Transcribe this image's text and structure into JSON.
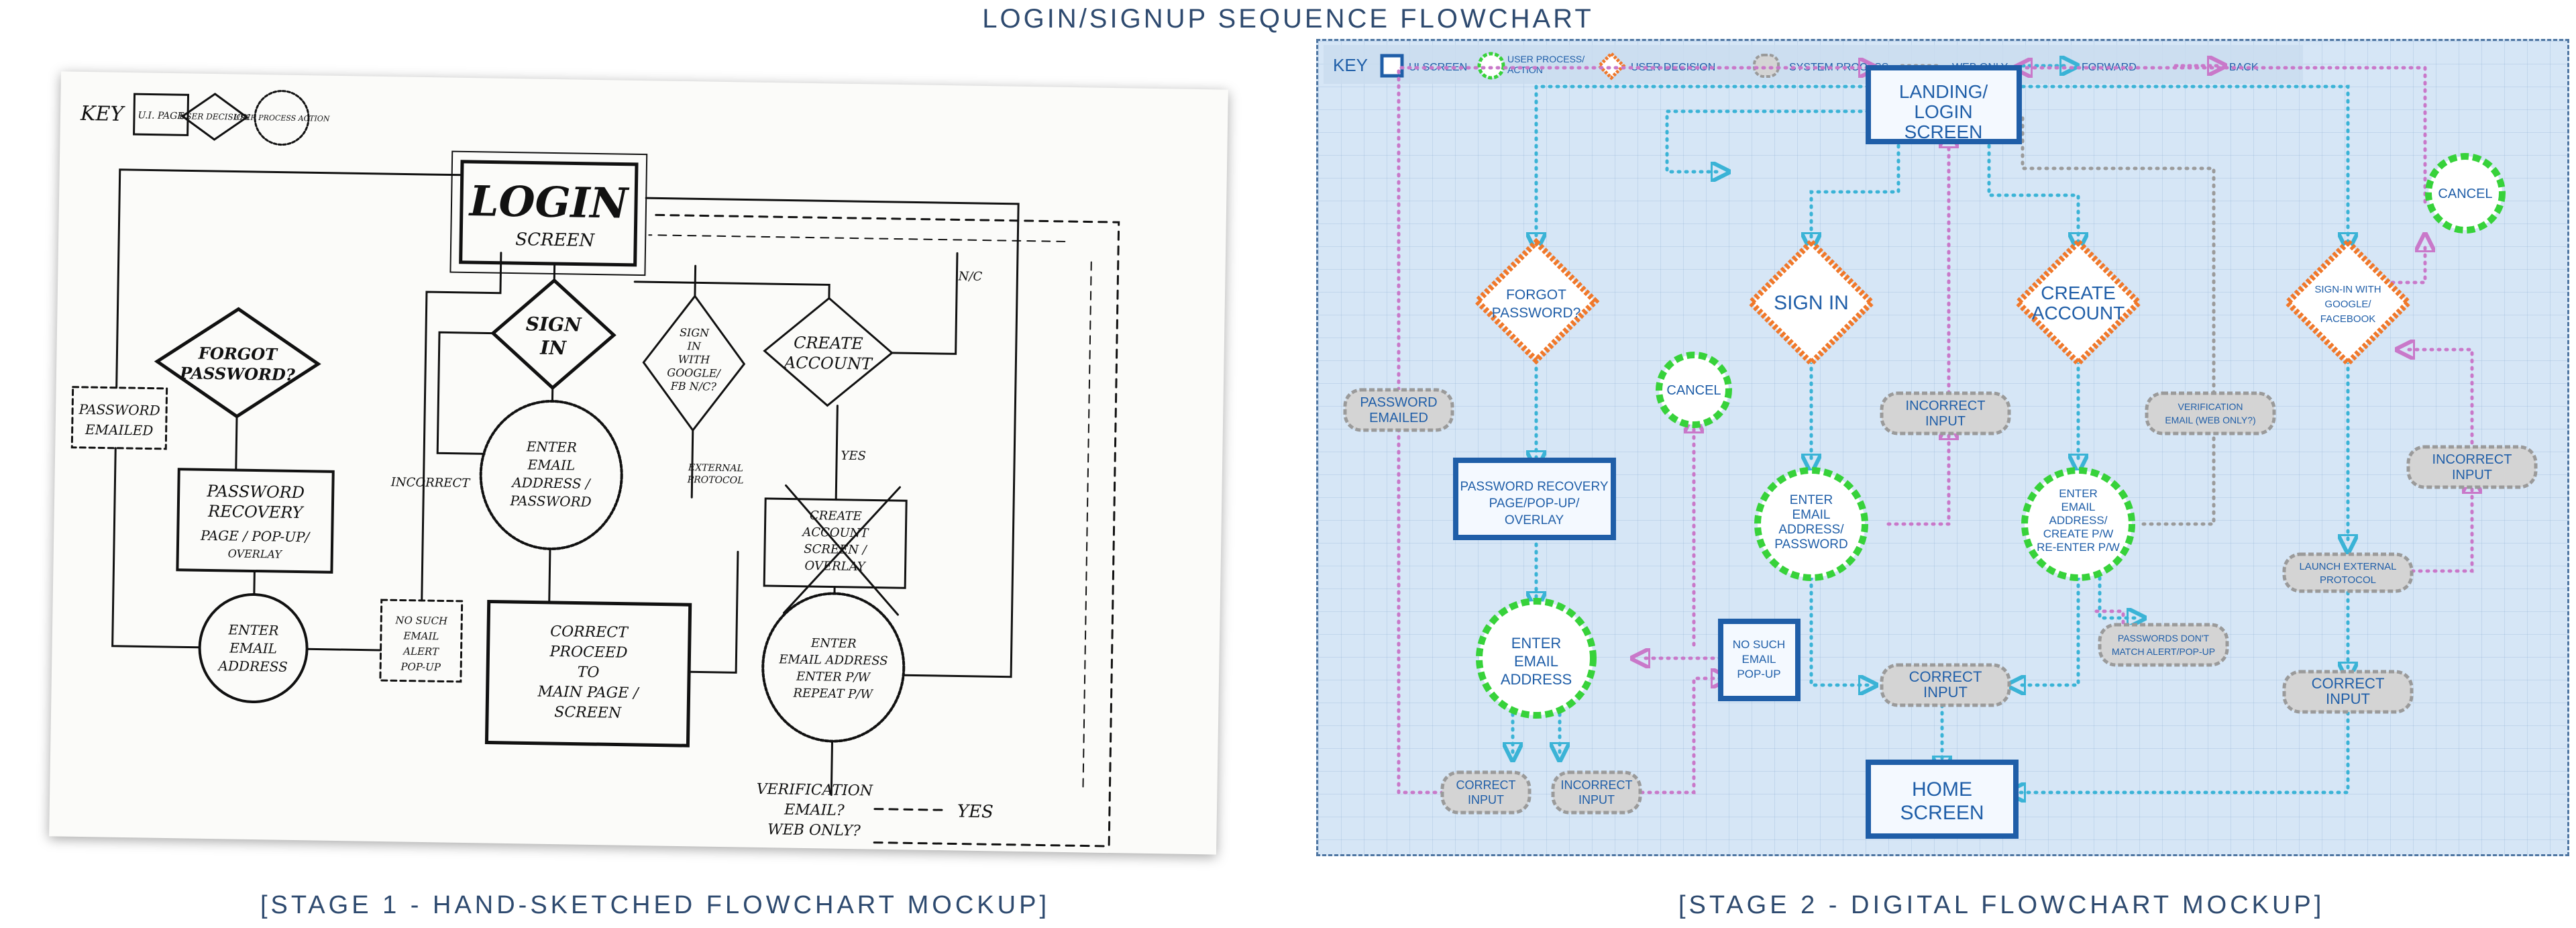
{
  "page_title": "LOGIN/SIGNUP SEQUENCE FLOWCHART",
  "captions": {
    "left": "[STAGE 1 - HAND-SKETCHED FLOWCHART MOCKUP]",
    "right": "[STAGE 2 - DIGITAL FLOWCHART MOCKUP]"
  },
  "sketch": {
    "key_label": "KEY",
    "key_items": [
      "U.I. PAGE",
      "USER DECISION",
      "USER PROCESS ACTION"
    ],
    "login": "LOGIN",
    "login_sub": "SCREEN",
    "forgot": [
      "FORGOT",
      "PASSWORD?"
    ],
    "sign_in": [
      "SIGN",
      "IN"
    ],
    "sign_in_google": [
      "SIGN",
      "IN",
      "WITH",
      "GOOGLE/",
      "FB N/C?"
    ],
    "create_account": [
      "CREATE",
      "ACCOUNT"
    ],
    "password_emailed": [
      "PASSWORD",
      "EMAILED"
    ],
    "password_recovery": [
      "PASSWORD",
      "RECOVERY",
      "PAGE / POP-UP/",
      "OVERLAY"
    ],
    "enter_email": [
      "ENTER",
      "EMAIL",
      "ADDRESS"
    ],
    "no_such_email": [
      "NO SUCH",
      "EMAIL",
      "ALERT",
      "POP-UP"
    ],
    "incorrect": "INCORRECT",
    "enter_email_password": [
      "ENTER",
      "EMAIL",
      "ADDRESS /",
      "PASSWORD"
    ],
    "correct_proceed": [
      "CORRECT",
      "PROCEED",
      "TO",
      "MAIN PAGE /",
      "SCREEN"
    ],
    "external_protocol": [
      "EXTERNAL",
      "PROTOCOL"
    ],
    "yes": "YES",
    "nc": "N/C",
    "create_account_screen": [
      "CREATE",
      "ACCOUNT",
      "SCREEN /",
      "OVERLAY"
    ],
    "enter_create": [
      "ENTER",
      "EMAIL ADDRESS",
      "ENTER P/W",
      "REPEAT P/W"
    ],
    "verification": [
      "VERIFICATION",
      "EMAIL?",
      "WEB ONLY?"
    ],
    "yes2": "YES"
  },
  "digital": {
    "key": {
      "label": "KEY",
      "ui_screen": "UI SCREEN",
      "user_process": [
        "USER PROCESS/",
        "ACTION"
      ],
      "user_decision": "USER DECISION",
      "system_process": "SYSTEM PROCESS",
      "web_only": "WEB ONLY",
      "forward": "FORWARD",
      "back": "BACK"
    },
    "nodes": {
      "landing": [
        "LANDING/",
        "LOGIN",
        "SCREEN"
      ],
      "forgot": [
        "FORGOT",
        "PASSWORD?"
      ],
      "sign_in": [
        "SIGN IN"
      ],
      "create_account": [
        "CREATE",
        "ACCOUNT"
      ],
      "sign_in_google": [
        "SIGN-IN WITH",
        "GOOGLE/",
        "FACEBOOK"
      ],
      "cancel_left": [
        "CANCEL"
      ],
      "cancel_right": [
        "CANCEL"
      ],
      "password_emailed": [
        "PASSWORD",
        "EMAILED"
      ],
      "incorrect_input_1": [
        "INCORRECT",
        "INPUT"
      ],
      "verification": [
        "VERIFICATION",
        "EMAIL (WEB ONLY?)"
      ],
      "incorrect_input_right": [
        "INCORRECT",
        "INPUT"
      ],
      "password_recovery": [
        "PASSWORD RECOVERY",
        "PAGE/POP-UP/",
        "OVERLAY"
      ],
      "enter_email_password": [
        "ENTER",
        "EMAIL",
        "ADDRESS/",
        "PASSWORD"
      ],
      "enter_create": [
        "ENTER",
        "EMAIL",
        "ADDRESS/",
        "CREATE P/W",
        "RE-ENTER P/W"
      ],
      "launch_external": [
        "LAUNCH EXTERNAL",
        "PROTOCOL"
      ],
      "enter_email_address": [
        "ENTER",
        "EMAIL",
        "ADDRESS"
      ],
      "no_such_email": [
        "NO SUCH",
        "EMAIL",
        "POP-UP"
      ],
      "passwords_dont_match": [
        "PASSWORDS DON'T",
        "MATCH ALERT/POP-UP"
      ],
      "correct_input_mid": [
        "CORRECT",
        "INPUT"
      ],
      "correct_input_right": [
        "CORRECT",
        "INPUT"
      ],
      "correct_input_left": [
        "CORRECT",
        "INPUT"
      ],
      "incorrect_input_left": [
        "INCORRECT",
        "INPUT"
      ],
      "home": [
        "HOME",
        "SCREEN"
      ]
    },
    "colors": {
      "forward": "#3ab3d6",
      "back": "#c978c9",
      "web_only": "#9a9a9a",
      "ui_screen": "#1f5ea8",
      "decision": "#f0782a",
      "process": "#37d23a",
      "system_fill": "#d4d4d4"
    }
  }
}
